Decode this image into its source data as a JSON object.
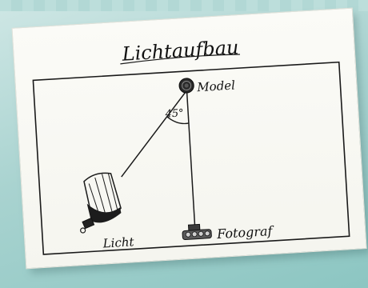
{
  "diagram": {
    "title": "Lichtaufbau",
    "angle_label": "45°",
    "labels": {
      "model": "Model",
      "light": "Licht",
      "photographer": "Fotograf"
    },
    "icons": [
      "model-head-icon",
      "softbox-light-icon",
      "camera-icon"
    ],
    "colors": {
      "ink": "#1a1a1a",
      "card": "#f7f7f2",
      "background": "#a9d3d0"
    }
  }
}
